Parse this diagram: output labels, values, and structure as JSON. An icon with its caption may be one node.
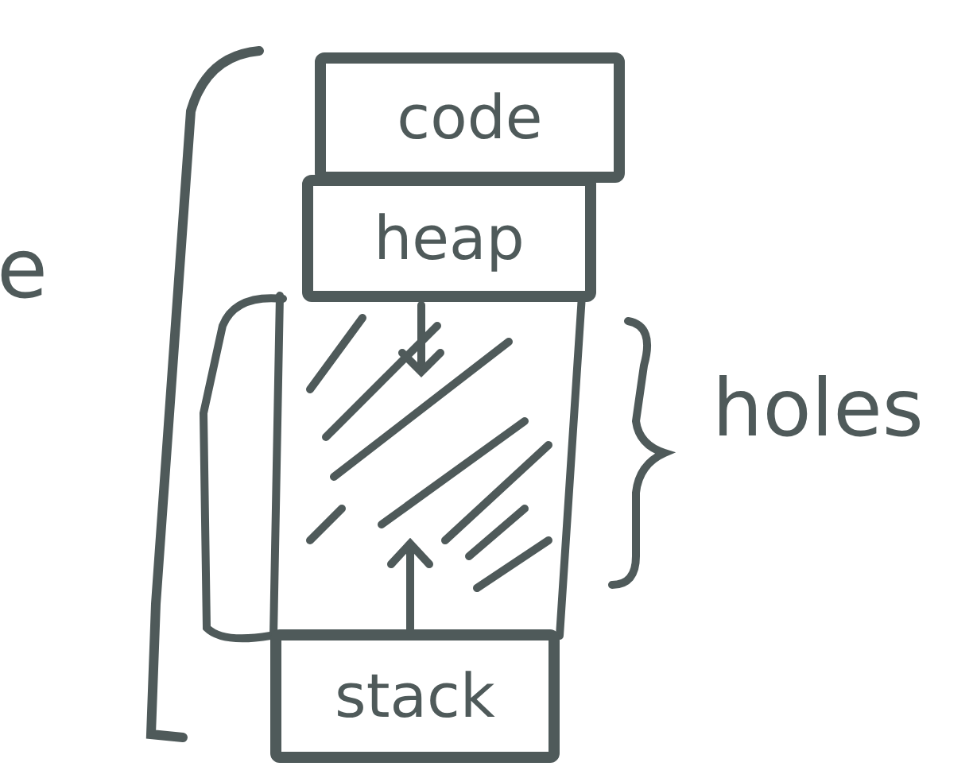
{
  "diagram": {
    "nodes": [
      {
        "text": [
          "code"
        ]
      },
      {
        "text": [
          "heap"
        ]
      },
      {
        "text": [
          "stack"
        ]
      }
    ],
    "labels": [
      "e",
      "holes"
    ]
  }
}
